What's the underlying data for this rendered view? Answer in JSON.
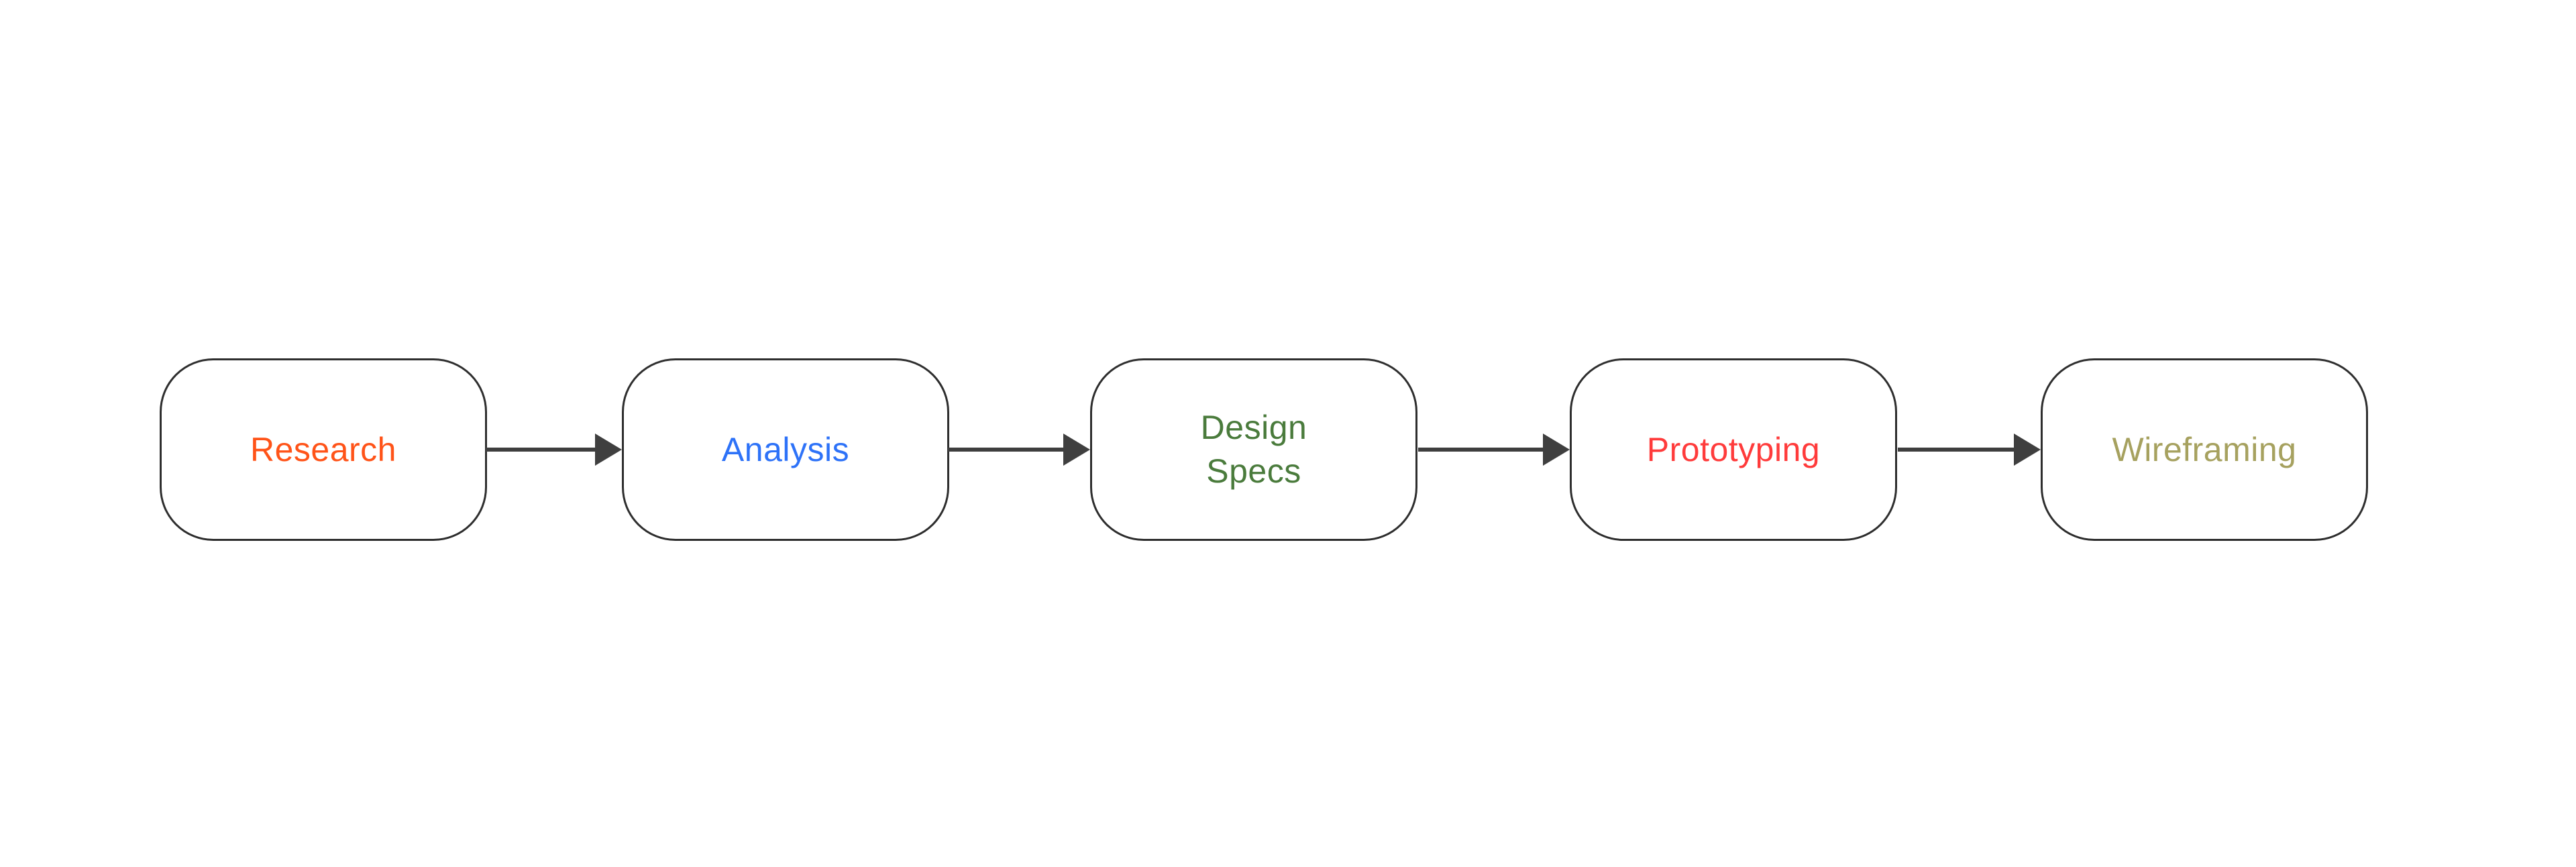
{
  "diagram": {
    "type": "flowchart",
    "direction": "left-to-right",
    "background_color": "#ffffff",
    "node_border_color": "#2e2e2e",
    "node_fill_color": "#ffffff",
    "arrow_color": "#3f3f3f",
    "nodes": [
      {
        "id": "research",
        "label": "Research",
        "color": "#ff5318"
      },
      {
        "id": "analysis",
        "label": "Analysis",
        "color": "#2d72f8"
      },
      {
        "id": "design-specs",
        "label": "Design\nSpecs",
        "color": "#4a7b3c"
      },
      {
        "id": "prototyping",
        "label": "Prototyping",
        "color": "#ff3b3b"
      },
      {
        "id": "wireframing",
        "label": "Wireframing",
        "color": "#a6a15f"
      }
    ],
    "edges": [
      {
        "from": "Research",
        "to": "Analysis"
      },
      {
        "from": "Analysis",
        "to": "Design Specs"
      },
      {
        "from": "Design Specs",
        "to": "Prototyping"
      },
      {
        "from": "Prototyping",
        "to": "Wireframing"
      }
    ]
  }
}
